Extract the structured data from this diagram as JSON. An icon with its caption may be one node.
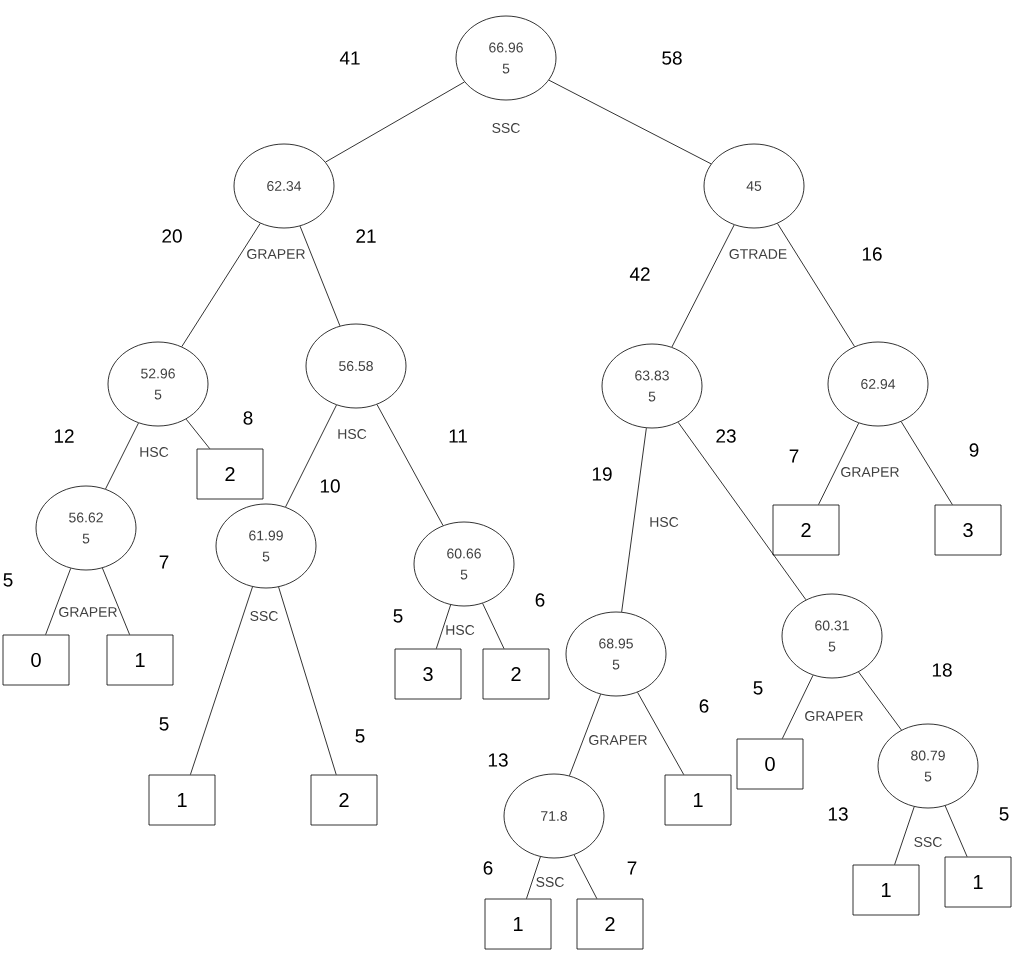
{
  "diagram": {
    "nodes": [
      {
        "text": [
          "66.96",
          "5"
        ],
        "beside": [
          "SSC"
        ]
      },
      {
        "text": [
          "62.34"
        ],
        "beside": [
          "GRAPER"
        ]
      },
      {
        "text": [
          "45"
        ],
        "beside": [
          "GTRADE"
        ]
      },
      {
        "text": [
          "52.96",
          "5"
        ],
        "beside": [
          "HSC"
        ]
      },
      {
        "text": [
          "56.58"
        ],
        "beside": [
          "HSC"
        ]
      },
      {
        "text": [
          "63.83",
          "5"
        ]
      },
      {
        "text": [
          "62.94"
        ],
        "beside": [
          "GRAPER"
        ]
      },
      {
        "text": [
          "2"
        ]
      },
      {
        "text": [
          "56.62",
          "5"
        ]
      },
      {
        "text": [
          "61.99",
          "5"
        ],
        "beside": [
          "SSC"
        ]
      },
      {
        "text": [
          "60.66",
          "5"
        ],
        "beside": [
          "HSC"
        ]
      },
      {
        "text": [
          "2"
        ]
      },
      {
        "text": [
          "3"
        ]
      },
      {
        "text": [
          "68.95",
          "5"
        ],
        "beside": [
          "GRAPER"
        ]
      },
      {
        "text": [
          "60.31",
          "5"
        ]
      },
      {
        "text": [
          "0"
        ]
      },
      {
        "text": [
          "1"
        ]
      },
      {
        "text": [
          "3"
        ]
      },
      {
        "text": [
          "2"
        ]
      },
      {
        "text": [
          "0"
        ]
      },
      {
        "text": [
          "80.79",
          "5"
        ]
      },
      {
        "text": [
          "1"
        ]
      },
      {
        "text": [
          "2"
        ]
      },
      {
        "text": [
          "1"
        ]
      },
      {
        "text": [
          "71.8"
        ],
        "beside": [
          "SSC"
        ]
      },
      {
        "text": [
          "1"
        ]
      },
      {
        "text": [
          "1"
        ]
      },
      {
        "text": [
          "1"
        ]
      },
      {
        "text": [
          "2"
        ]
      }
    ],
    "edges": [
      {
        "from": 0,
        "to": 1,
        "arrow": "none",
        "label": "41"
      },
      {
        "from": 0,
        "to": 2,
        "arrow": "none",
        "label": "58"
      },
      {
        "from": 1,
        "to": 3,
        "arrow": "none",
        "label": "20"
      },
      {
        "from": 1,
        "to": 4,
        "arrow": "none",
        "label": "21"
      },
      {
        "from": 2,
        "to": 5,
        "arrow": "none",
        "label": "42"
      },
      {
        "from": 2,
        "to": 6,
        "arrow": "none",
        "label": "16"
      },
      {
        "from": 3,
        "to": 8,
        "arrow": "none",
        "label": "12"
      },
      {
        "from": 3,
        "to": 7,
        "arrow": "none",
        "label": "8"
      },
      {
        "from": 4,
        "to": 9,
        "arrow": "none",
        "label": "10"
      },
      {
        "from": 4,
        "to": 10,
        "arrow": "none",
        "label": "11"
      },
      {
        "from": 5,
        "to": 13,
        "arrow": "none",
        "label": "19"
      },
      {
        "from": 5,
        "to": 14,
        "arrow": "none",
        "label": "23"
      },
      {
        "from": 6,
        "to": 11,
        "arrow": "none",
        "label": "7"
      },
      {
        "from": 6,
        "to": 12,
        "arrow": "none",
        "label": "9"
      },
      {
        "from": 8,
        "to": 15,
        "arrow": "none",
        "label": "5"
      },
      {
        "from": 8,
        "to": 16,
        "arrow": "none",
        "label": "7"
      },
      {
        "from": 9,
        "to": 21,
        "arrow": "none",
        "label": "5"
      },
      {
        "from": 9,
        "to": 22,
        "arrow": "none",
        "label": "5"
      },
      {
        "from": 10,
        "to": 17,
        "arrow": "none",
        "label": "5"
      },
      {
        "from": 10,
        "to": 18,
        "arrow": "none",
        "label": "6"
      },
      {
        "from": 13,
        "to": 24,
        "arrow": "none",
        "label": "13"
      },
      {
        "from": 13,
        "to": 23,
        "arrow": "none",
        "label": "6"
      },
      {
        "from": 14,
        "to": 19,
        "arrow": "none",
        "label": "5"
      },
      {
        "from": 14,
        "to": 20,
        "arrow": "none",
        "label": "18"
      },
      {
        "from": 20,
        "to": 25,
        "arrow": "none",
        "label": "13"
      },
      {
        "from": 20,
        "to": 26,
        "arrow": "none",
        "label": "5"
      },
      {
        "from": 24,
        "to": 27,
        "arrow": "none",
        "label": "6"
      },
      {
        "from": 24,
        "to": 28,
        "arrow": "none",
        "label": "7"
      }
    ],
    "labels": [
      "HSC",
      "GRAPER",
      "GRAPER",
      "SSC"
    ]
  }
}
